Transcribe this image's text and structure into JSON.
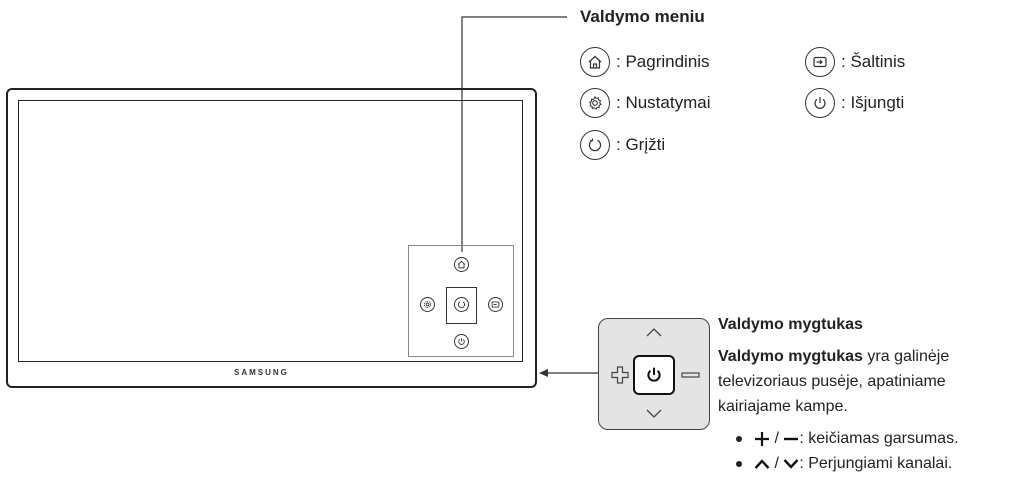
{
  "menu": {
    "title": "Valdymo meniu",
    "items": [
      {
        "icon": "home-icon",
        "label": ": Pagrindinis"
      },
      {
        "icon": "source-icon",
        "label": ": Šaltinis"
      },
      {
        "icon": "settings-icon",
        "label": ": Nustatymai"
      },
      {
        "icon": "power-icon",
        "label": ": Išjungti"
      },
      {
        "icon": "return-icon",
        "label": ": Grįžti"
      }
    ]
  },
  "tv": {
    "brand": "SAMSUNG"
  },
  "controller": {
    "title": "Valdymo mygtukas",
    "desc_bold": "Valdymo mygtukas",
    "desc_rest": " yra galinėje televizoriaus pusėje, apatiniame kairiajame kampe.",
    "bullets": [
      {
        "sep": " / ",
        "text": ": keičiamas garsumas."
      },
      {
        "sep": " / ",
        "text": ": Perjungiami kanalai."
      }
    ]
  }
}
